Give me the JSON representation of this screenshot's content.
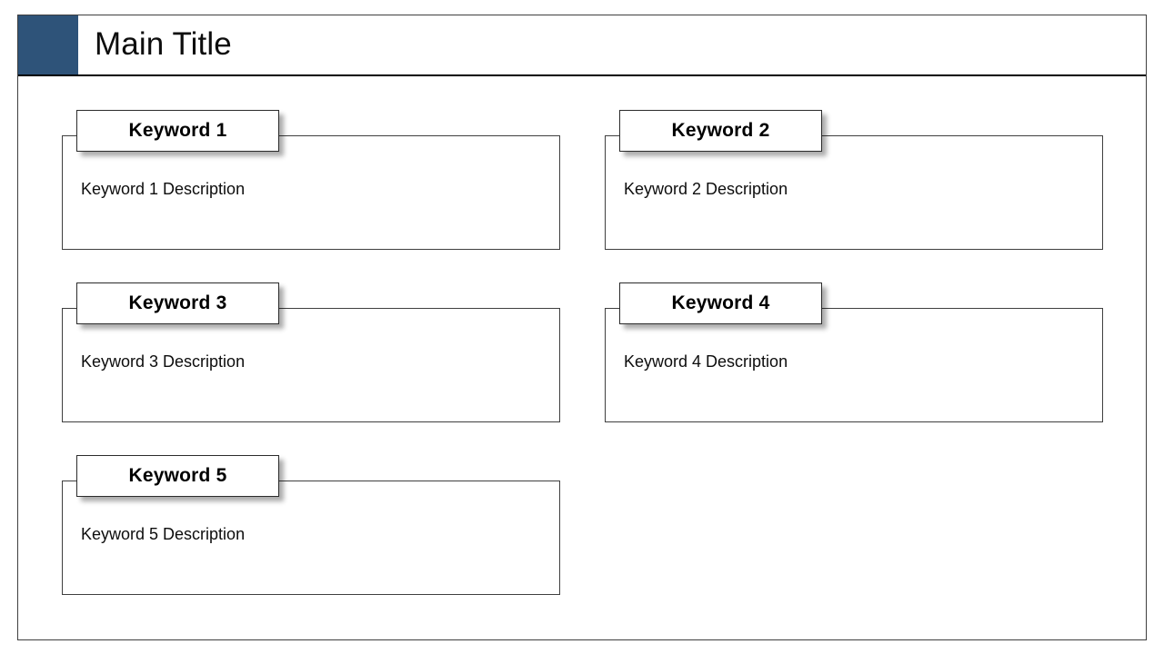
{
  "header": {
    "title": "Main Title",
    "accent_color": "#2E5379",
    "rule_color": "#000000"
  },
  "frame": {
    "border_color": "#3f3f3f",
    "background_color": "#ffffff"
  },
  "cards": [
    {
      "label": "Keyword 1",
      "description": "Keyword 1 Description",
      "column": "left",
      "row": 0
    },
    {
      "label": "Keyword 2",
      "description": "Keyword 2 Description",
      "column": "right",
      "row": 0
    },
    {
      "label": "Keyword 3",
      "description": "Keyword 3 Description",
      "column": "left",
      "row": 1
    },
    {
      "label": "Keyword 4",
      "description": "Keyword 4 Description",
      "column": "right",
      "row": 1
    },
    {
      "label": "Keyword 5",
      "description": "Keyword 5 Description",
      "column": "left",
      "row": 2
    }
  ]
}
